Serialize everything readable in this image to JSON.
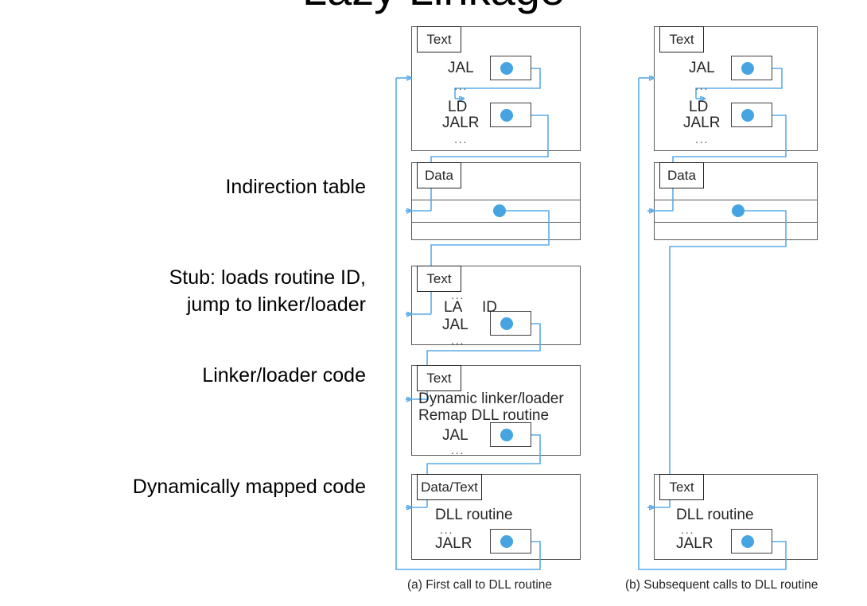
{
  "slide": {
    "title": "Lazy Linkage",
    "accent_blue": "#46A5E0",
    "wire_blue": "#5BACE8",
    "panel_border": "#595959",
    "text_color": "#262626"
  },
  "side_labels": [
    {
      "id": "indirection-table",
      "text": "Indirection table"
    },
    {
      "id": "stub",
      "text": "Stub: loads routine ID,\njump to linker/loader"
    },
    {
      "id": "linker-loader",
      "text": "Linker/loader code"
    },
    {
      "id": "dynamic-code",
      "text": "Dynamically mapped code"
    }
  ],
  "columns": [
    {
      "id": "a",
      "caption": "(a) First call to DLL routine",
      "panels": [
        {
          "id": "a-caller-text",
          "tab": "Text",
          "lines": [
            "JAL",
            "...",
            "LD",
            "JALR",
            "..."
          ]
        },
        {
          "id": "a-indirection-data",
          "tab": "Data",
          "lines": []
        },
        {
          "id": "a-stub-text",
          "tab": "Text",
          "lines": [
            "...",
            "LA",
            "ID",
            "JAL",
            "..."
          ]
        },
        {
          "id": "a-linker-text",
          "tab": "Text",
          "lines": [
            "Dynamic linker/loader",
            "Remap DLL routine",
            "JAL",
            "..."
          ]
        },
        {
          "id": "a-dll-datatext",
          "tab": "Data/Text",
          "lines": [
            "DLL routine",
            "...",
            "JALR"
          ]
        }
      ]
    },
    {
      "id": "b",
      "caption": "(b) Subsequent calls to DLL routine",
      "panels": [
        {
          "id": "b-caller-text",
          "tab": "Text",
          "lines": [
            "JAL",
            "...",
            "LD",
            "JALR",
            "..."
          ]
        },
        {
          "id": "b-indirection-data",
          "tab": "Data",
          "lines": []
        },
        {
          "id": "b-dll-text",
          "tab": "Text",
          "lines": [
            "DLL routine",
            "...",
            "JALR"
          ]
        }
      ]
    }
  ],
  "labels": {
    "text": "Text",
    "data": "Data",
    "data_text": "Data/Text",
    "jal": "JAL",
    "jalr": "JALR",
    "ld": "LD",
    "la": "LA",
    "id": "ID",
    "ellipsis": "...",
    "dyn_linker": "Dynamic linker/loader",
    "remap": "Remap DLL routine",
    "dll_routine": "DLL routine"
  }
}
